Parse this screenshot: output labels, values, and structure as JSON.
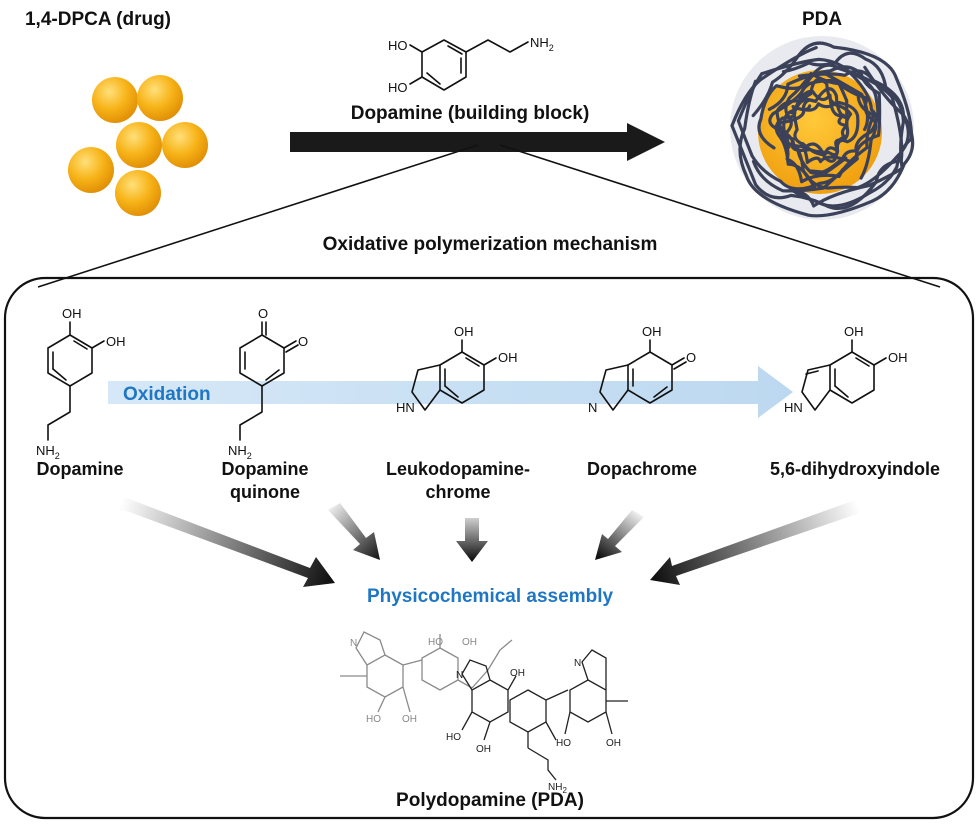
{
  "header": {
    "drug_label": "1,4-DPCA (drug)",
    "pda_label": "PDA",
    "building_block_label": "Dopamine (building block)"
  },
  "mechanism": {
    "title": "Oxidative polymerization mechanism",
    "oxidation_label": "Oxidation",
    "assembly_label": "Physicochemical assembly",
    "product_label": "Polydopamine (PDA)",
    "compounds": [
      {
        "line1": "Dopamine",
        "line2": ""
      },
      {
        "line1": "Dopamine",
        "line2": "quinone"
      },
      {
        "line1": "Leukodopamine-",
        "line2": "chrome"
      },
      {
        "line1": "Dopachrome",
        "line2": ""
      },
      {
        "line1": "5,6-dihydroxyindole",
        "line2": ""
      }
    ]
  },
  "atoms": {
    "oh": "OH",
    "ho": "HO",
    "o": "O",
    "nh2": "NH",
    "sub2": "2",
    "hn": "HN",
    "n": "N"
  },
  "colors": {
    "particle": "#f5ac12",
    "particle_highlight": "#ffd75a",
    "polymer_chain": "#3b4158",
    "oxidation_text": "#1f77c4",
    "oxidation_arrow": "#cfe3f5",
    "assembly_text": "#1f77c4"
  }
}
